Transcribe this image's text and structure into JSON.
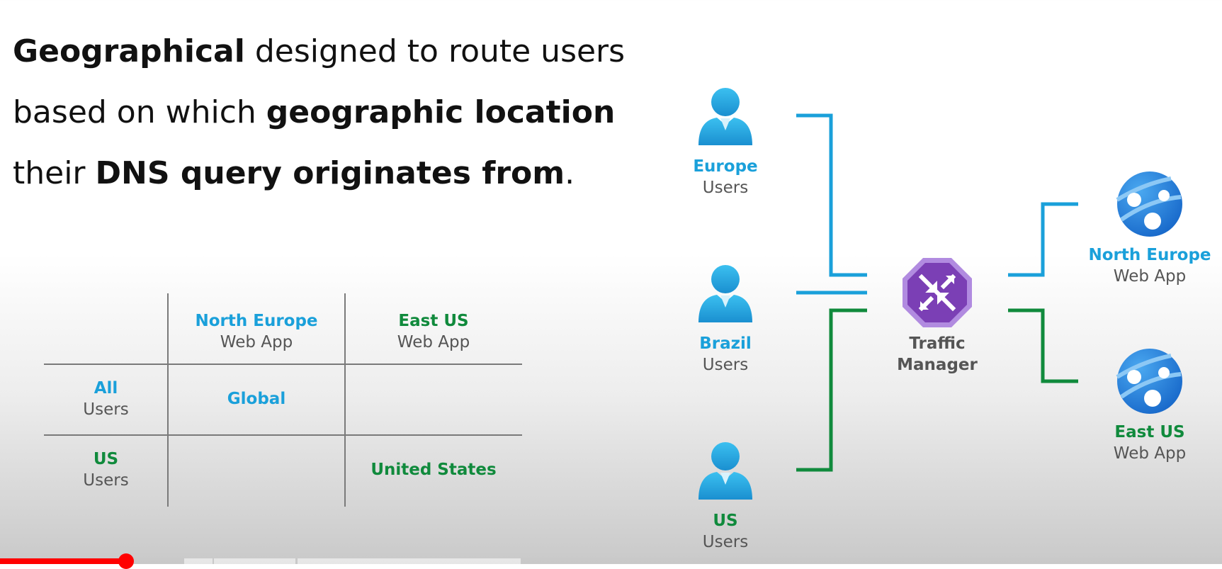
{
  "headline": {
    "line1_bold": "Geographical",
    "line1_rest": " designed to route users",
    "line2_plain": "based on which ",
    "line2_bold": "geographic location",
    "line3_plain": "their ",
    "line3_bold": "DNS query originates from",
    "line3_end": "."
  },
  "table": {
    "col1_top": "North Europe",
    "col1_sub": "Web App",
    "col2_top": "East US",
    "col2_sub": "Web App",
    "row1_top": "All",
    "row1_sub": "Users",
    "row1_col1": "Global",
    "row2_top": "US",
    "row2_sub": "Users",
    "row2_col2": "United States"
  },
  "diagram": {
    "users": [
      {
        "name": "Europe",
        "sub": "Users"
      },
      {
        "name": "Brazil",
        "sub": "Users"
      },
      {
        "name": "US",
        "sub": "Users"
      }
    ],
    "manager": {
      "line1": "Traffic",
      "line2": "Manager"
    },
    "apps": [
      {
        "name": "North Europe",
        "sub": "Web App"
      },
      {
        "name": "East US",
        "sub": "Web App"
      }
    ],
    "colors": {
      "blue": "#1aa0da",
      "green": "#108a3c",
      "purple": "#7b3fb5"
    }
  },
  "player": {
    "progress": 0.103
  }
}
